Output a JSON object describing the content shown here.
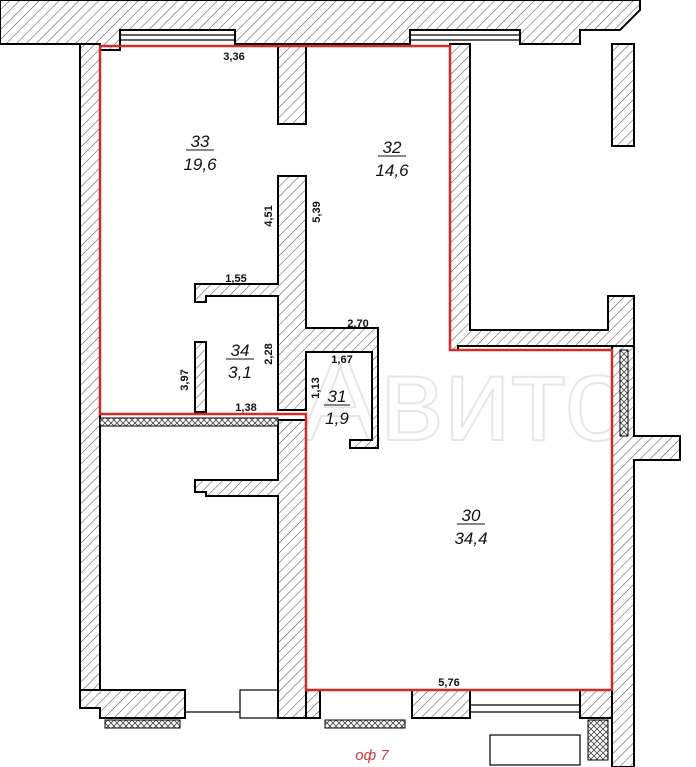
{
  "rooms": [
    {
      "id": "33",
      "area": "19,6"
    },
    {
      "id": "32",
      "area": "14,6"
    },
    {
      "id": "34",
      "area": "3,1"
    },
    {
      "id": "31",
      "area": "1,9"
    },
    {
      "id": "30",
      "area": "34,4"
    }
  ],
  "dimensions": {
    "top_width": "3,36",
    "partition_left": "4,51",
    "partition_right": "5,39",
    "closet_width": "1,55",
    "wc_height_left": "3,97",
    "wc_height_right": "2,28",
    "wc_bottom": "1,38",
    "bath_top_outer": "2,70",
    "bath_top_inner": "1,67",
    "bath_height": "1,13",
    "big_room_bottom": "5,76"
  },
  "caption": "оф 7",
  "colors": {
    "outline": "#d42a2a",
    "wall": "#000000",
    "hatch": "#555555"
  }
}
